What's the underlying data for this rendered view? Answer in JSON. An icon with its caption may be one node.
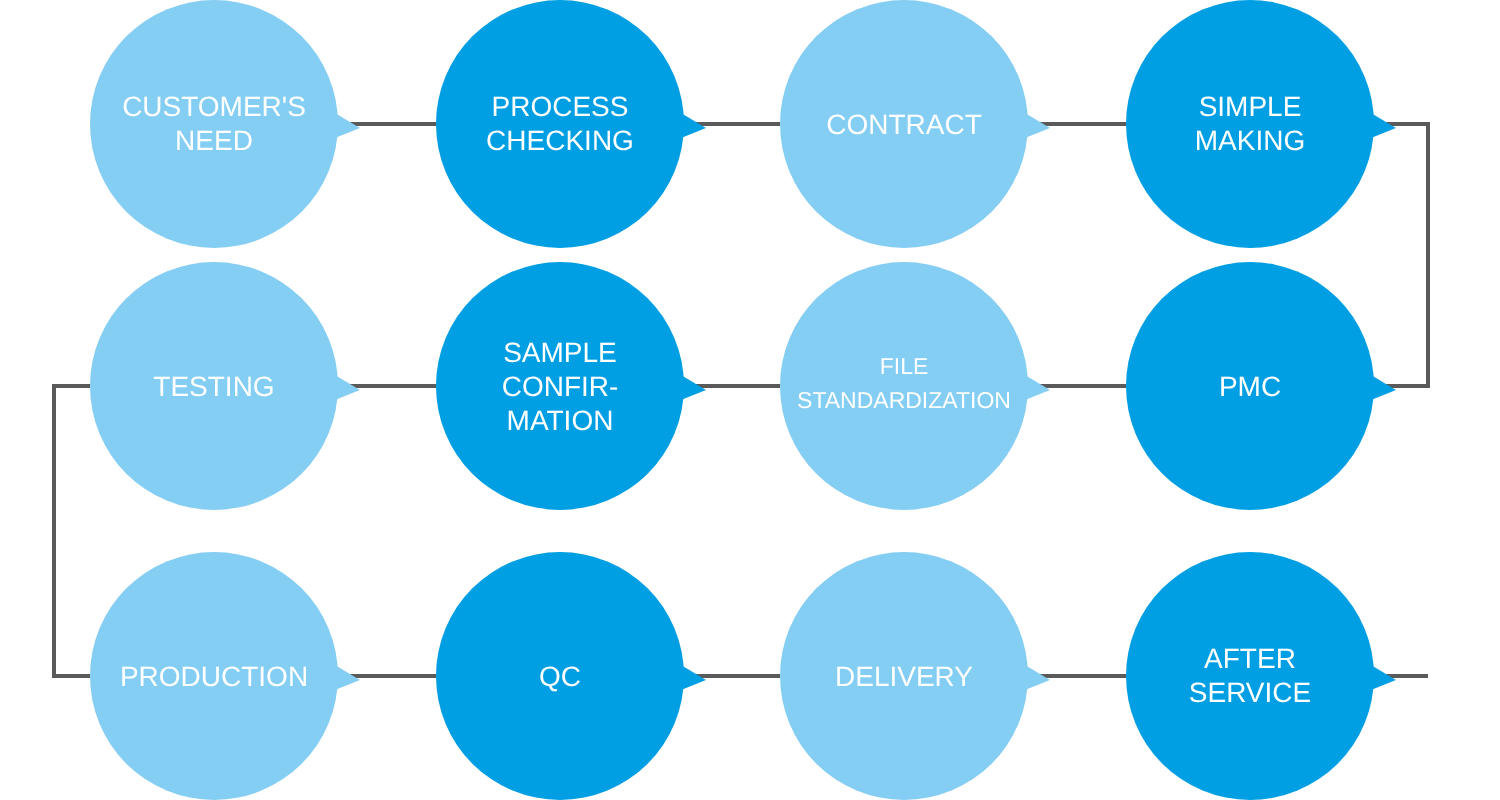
{
  "diagram": {
    "nodes": [
      {
        "text": [
          "CUSTOMER'S NEED"
        ]
      },
      {
        "text": [
          "PROCESS CHECKING"
        ]
      },
      {
        "text": [
          "CONTRACT"
        ]
      },
      {
        "text": [
          "SIMPLE MAKING"
        ]
      },
      {
        "text": [
          "TESTING"
        ]
      },
      {
        "text": [
          "SAMPLE CONFIR- MATION"
        ]
      },
      {
        "text": [
          "FILE STANDARDIZATION"
        ]
      },
      {
        "text": [
          "PMC"
        ]
      },
      {
        "text": [
          "PRODUCTION"
        ]
      },
      {
        "text": [
          "QC"
        ]
      },
      {
        "text": [
          "DELIVERY"
        ]
      },
      {
        "text": [
          "AFTER SERVICE"
        ]
      }
    ],
    "edges": [
      {
        "from": 0,
        "to": 1,
        "arrow": "none"
      },
      {
        "from": 1,
        "to": 2,
        "arrow": "none"
      },
      {
        "from": 2,
        "to": 3,
        "arrow": "none"
      },
      {
        "from": 3,
        "to": 7,
        "arrow": "none"
      },
      {
        "from": 7,
        "to": 6,
        "arrow": "none"
      },
      {
        "from": 6,
        "to": 5,
        "arrow": "none"
      },
      {
        "from": 5,
        "to": 4,
        "arrow": "none"
      },
      {
        "from": 4,
        "to": 8,
        "arrow": "none"
      },
      {
        "from": 8,
        "to": 9,
        "arrow": "none"
      },
      {
        "from": 9,
        "to": 10,
        "arrow": "none"
      },
      {
        "from": 10,
        "to": 11,
        "arrow": "none"
      },
      {
        "from": 11,
        "to": null,
        "arrow": "none"
      }
    ]
  }
}
